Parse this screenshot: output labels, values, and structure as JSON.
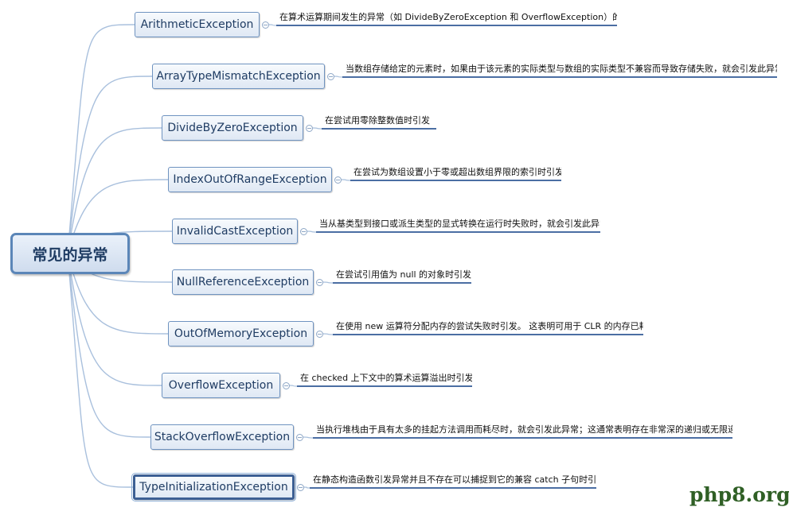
{
  "root": {
    "label": "常见的异常"
  },
  "branches": [
    {
      "label": "ArithmeticException",
      "description": "在算术运算期间发生的异常（如 DivideByZeroException 和 OverflowException）的基类"
    },
    {
      "label": "ArrayTypeMismatchException",
      "description": "当数组存储给定的元素时，如果由于该元素的实际类型与数组的实际类型不兼容而导致存储失败，就会引发此异常。"
    },
    {
      "label": "DivideByZeroException",
      "description": "在尝试用零除整数值时引发"
    },
    {
      "label": "IndexOutOfRangeException",
      "description": "在尝试为数组设置小于零或超出数组界限的索引时引发"
    },
    {
      "label": "InvalidCastException",
      "description": "当从基类型到接口或派生类型的显式转换在运行时失败时，就会引发此异常"
    },
    {
      "label": "NullReferenceException",
      "description": "在尝试引用值为 null 的对象时引发"
    },
    {
      "label": "OutOfMemoryException",
      "description": "在使用 new 运算符分配内存的尝试失败时引发。 这表明可用于 CLR 的内存已耗尽"
    },
    {
      "label": "OverflowException",
      "description": "在 checked 上下文中的算术运算溢出时引发"
    },
    {
      "label": "StackOverflowException",
      "description": "当执行堆栈由于具有太多的挂起方法调用而耗尽时，就会引发此异常；这通常表明存在非常深的递归或无限递归"
    },
    {
      "label": "TypeInitializationException",
      "description": "在静态构造函数引发异常并且不存在可以捕捉到它的兼容 catch 子句时引发",
      "selected": true
    }
  ],
  "watermark": "php8.org",
  "colors": {
    "node_border": "#6f93c0",
    "root_border": "#5b86b8",
    "text": "#1f3c63",
    "underline": "#4b6ea3",
    "connector": "#a9c0dd"
  }
}
